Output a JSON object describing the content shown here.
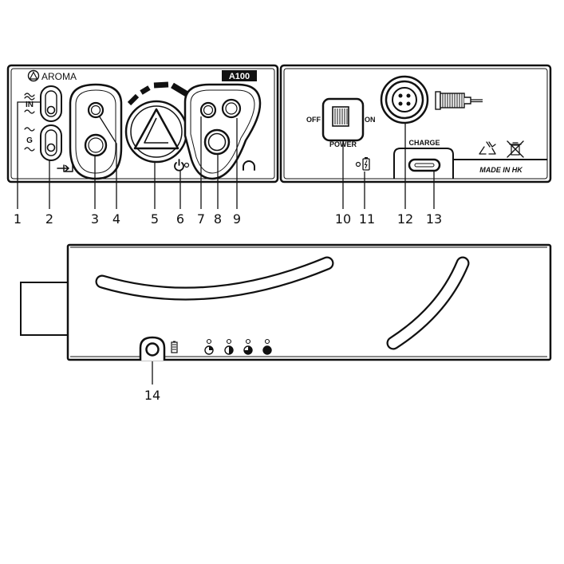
{
  "front_panel": {
    "brand": "AROMA",
    "model": "A100",
    "input_switch_label": "IN",
    "gain_switch_label": "G"
  },
  "back_panel": {
    "power_off": "OFF",
    "power_on": "ON",
    "power_label": "POWER",
    "charge_label": "CHARGE",
    "made_in": "MADE IN HK"
  },
  "callouts": [
    "1",
    "2",
    "3",
    "4",
    "5",
    "6",
    "7",
    "8",
    "9",
    "10",
    "11",
    "12",
    "13",
    "14"
  ]
}
